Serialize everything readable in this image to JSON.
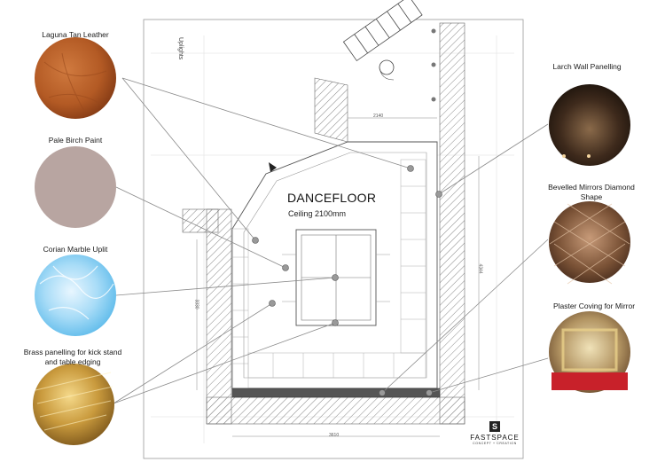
{
  "materials_left": [
    {
      "id": "leather",
      "label": "Laguna Tan Leather"
    },
    {
      "id": "birch",
      "label": "Pale Birch Paint"
    },
    {
      "id": "corian",
      "label": "Corian Marble Uplit"
    },
    {
      "id": "brass",
      "label": "Brass panelling for kick stand and table edging"
    }
  ],
  "materials_right": [
    {
      "id": "larch",
      "label": "Larch Wall Panelling"
    },
    {
      "id": "mirror",
      "label": "Bevelled Mirrors Diamond Shape"
    },
    {
      "id": "coving",
      "label": "Plaster Coving for Mirror"
    }
  ],
  "plan": {
    "title": "DANCEFLOOR",
    "ceiling": "Ceiling 2100mm",
    "uplights": "Uplights",
    "dims": {
      "top": "2140",
      "bottom": "3610",
      "right": "4344",
      "left": "3330"
    }
  },
  "brand": {
    "name": "FASTSPACE",
    "tagline": "CONCEPT + CREATION",
    "logo_letter": "S"
  }
}
